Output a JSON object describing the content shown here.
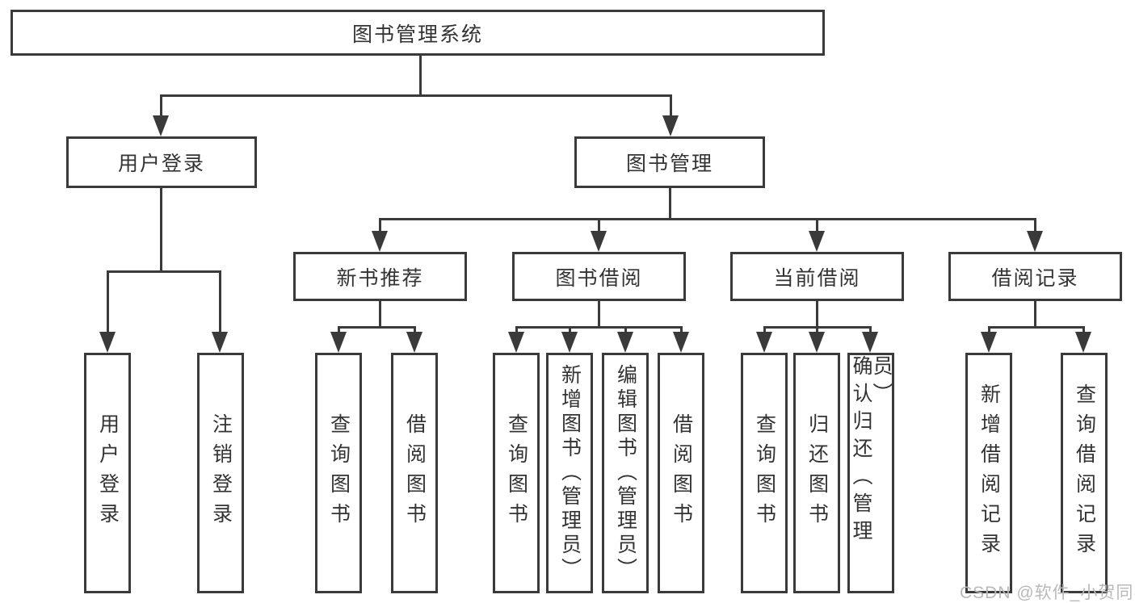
{
  "colors": {
    "line": "#3a3a3a",
    "text": "#333333",
    "background": "#ffffff",
    "watermark": "#b9b9b9"
  },
  "diagram": {
    "root": {
      "label": "图书管理系统"
    },
    "level2": [
      {
        "label": "用户登录"
      },
      {
        "label": "图书管理"
      }
    ],
    "level3": [
      {
        "label": "新书推荐"
      },
      {
        "label": "图书借阅"
      },
      {
        "label": "当前借阅"
      },
      {
        "label": "借阅记录"
      }
    ],
    "leaves": {
      "user_login": [
        {
          "label": "用户登录"
        },
        {
          "label": "注销登录"
        }
      ],
      "new_book": [
        {
          "label": "查询图书"
        },
        {
          "label": "借阅图书"
        }
      ],
      "book_borrow": [
        {
          "label": "查询图书"
        },
        {
          "label": "新增图书（管理员）"
        },
        {
          "label": "编辑图书（管理员）"
        },
        {
          "label": "借阅图书"
        }
      ],
      "current_borrow": [
        {
          "label": "查询图书"
        },
        {
          "label": "归还图书"
        },
        {
          "label": "确认归还（管理员）"
        }
      ],
      "borrow_records": [
        {
          "label": "新增借阅记录"
        },
        {
          "label": "查询借阅记录"
        }
      ]
    }
  },
  "watermark": {
    "text": "CSDN @软件_小贺同学"
  }
}
